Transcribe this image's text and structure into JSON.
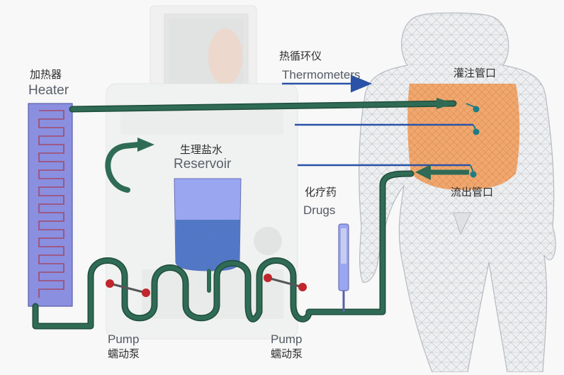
{
  "labels": {
    "heater_cn": "加热器",
    "heater_en": "Heater",
    "thermo_cn": "热循环仪",
    "thermo_en": "Thermometers",
    "reservoir_cn": "生理盐水",
    "reservoir_en": "Reservoir",
    "drugs_cn": "化疗药",
    "drugs_en": "Drugs",
    "inflow_cn": "灌注管口",
    "outflow_cn": "流出管口",
    "pump1_en": "Pump",
    "pump1_cn": "蠕动泵",
    "pump2_en": "Pump",
    "pump2_cn": "蠕动泵"
  },
  "colors": {
    "tube": "#2f6b55",
    "tube_dark": "#1f4d3c",
    "heater": "#8a8fe0",
    "heater_coil": "#a14a6a",
    "reservoir": "#9aa6f0",
    "reservoir_liquid": "#4f78c8",
    "abdomen": "#f0a060",
    "thermo_line": "#2a52a8",
    "probe_dot": "#1e7c86",
    "pump_roller": "#c0262c"
  }
}
